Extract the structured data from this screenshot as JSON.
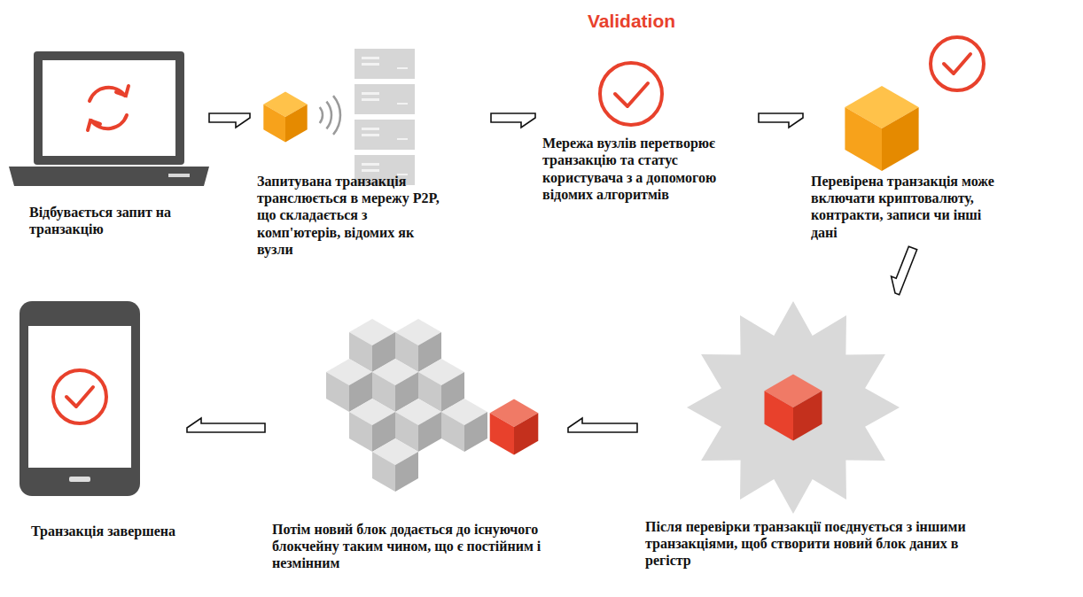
{
  "diagram": {
    "nodes": [
      {
        "text": [
          "Відбувається запит на транзакцію"
        ]
      },
      {
        "text": [
          "Запитувана транзакція транслюється в мережу P2P, що складається з комп'ютерів, відомих як вузли"
        ]
      },
      {
        "text": [
          "Validation",
          "Мережа вузлів перетворює транзакцію та статус користувача з а допомогою відомих алгоритмів"
        ]
      },
      {
        "text": [
          "Перевірена транзакція може включати криптовалюту, контракти, записи чи інші дані"
        ]
      },
      {
        "text": [
          "Після перевірки транзакції поєднується з іншими транзакціями, щоб створити новий блок даних в регістр"
        ]
      },
      {
        "text": [
          "Потім новий блок додається до існуючого блокчейну таким чином, що є постійним і незмінним"
        ]
      },
      {
        "text": [
          "Транзакція завершена"
        ]
      }
    ],
    "edges": [
      {
        "from": 0,
        "to": 1,
        "arrow": "to"
      },
      {
        "from": 1,
        "to": 2,
        "arrow": "to"
      },
      {
        "from": 2,
        "to": 3,
        "arrow": "to"
      },
      {
        "from": 3,
        "to": 4,
        "arrow": "to"
      },
      {
        "from": 4,
        "to": 5,
        "arrow": "to"
      },
      {
        "from": 5,
        "to": 6,
        "arrow": "to"
      }
    ]
  }
}
